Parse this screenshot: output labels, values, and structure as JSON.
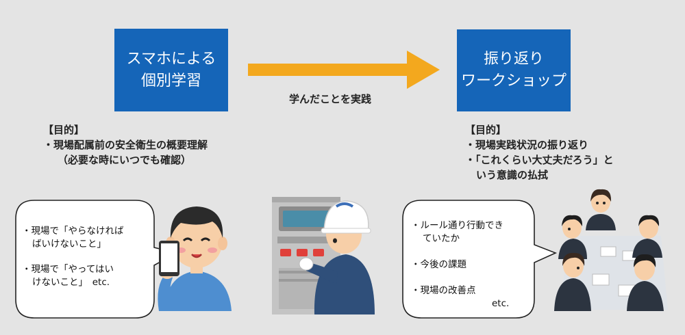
{
  "left_box": {
    "line1": "スマホによる",
    "line2": "個別学習"
  },
  "right_box": {
    "line1": "振り返り",
    "line2": "ワークショップ"
  },
  "arrow_label": "学んだことを実践",
  "left_purpose": {
    "heading": "【目的】",
    "line1": "・現場配属前の安全衛生の概要理解",
    "line2": "（必要な時にいつでも確認）"
  },
  "right_purpose": {
    "heading": "【目的】",
    "line1": "・現場実践状況の振り返り",
    "line2": "・「これくらい大丈夫だろう」と",
    "line3": "いう意識の払拭"
  },
  "left_bubble": {
    "item1_line1": "・現場で「やらなければ",
    "item1_line2": "ばいけないこと」",
    "item2_line1": "・現場で「やってはい",
    "item2_line2": "けないこと」　etc."
  },
  "right_bubble": {
    "item1_line1": "・ルール通り行動でき",
    "item1_line2": "ていたか",
    "item2": "・今後の課題",
    "item3": "・現場の改善点",
    "etc": "etc."
  },
  "colors": {
    "box": "#1565b8",
    "arrow": "#f3a81e",
    "background": "#e4e4e4"
  }
}
